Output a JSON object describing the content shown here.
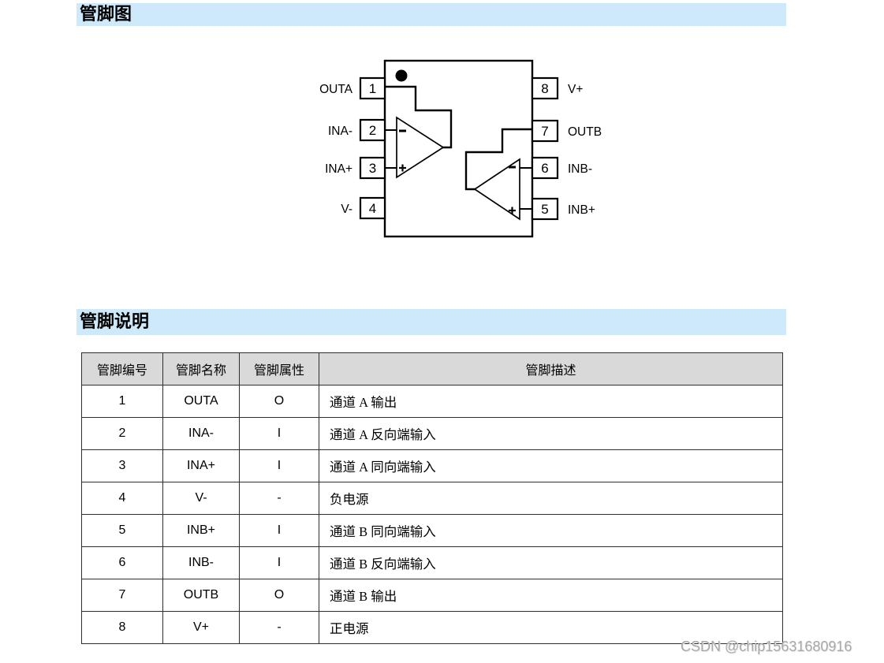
{
  "sections": {
    "pin_diagram_title": "管脚图",
    "pin_desc_title": "管脚说明"
  },
  "pin_diagram": {
    "left_pins": [
      {
        "number": "1",
        "label": "OUTA"
      },
      {
        "number": "2",
        "label": "INA-"
      },
      {
        "number": "3",
        "label": "INA+"
      },
      {
        "number": "4",
        "label": "V-"
      }
    ],
    "right_pins": [
      {
        "number": "8",
        "label": "V+"
      },
      {
        "number": "7",
        "label": "OUTB"
      },
      {
        "number": "6",
        "label": "INB-"
      },
      {
        "number": "5",
        "label": "INB+"
      }
    ]
  },
  "pin_table": {
    "headers": [
      "管脚编号",
      "管脚名称",
      "管脚属性",
      "管脚描述"
    ],
    "rows": [
      [
        "1",
        "OUTA",
        "O",
        "通道 A 输出"
      ],
      [
        "2",
        "INA-",
        "I",
        "通道 A 反向端输入"
      ],
      [
        "3",
        "INA+",
        "I",
        "通道 A 同向端输入"
      ],
      [
        "4",
        "V-",
        "-",
        "负电源"
      ],
      [
        "5",
        "INB+",
        "I",
        "通道 B 同向端输入"
      ],
      [
        "6",
        "INB-",
        "I",
        "通道 B 反向端输入"
      ],
      [
        "7",
        "OUTB",
        "O",
        "通道 B 输出"
      ],
      [
        "8",
        "V+",
        "-",
        "正电源"
      ]
    ]
  },
  "watermark": {
    "text": "CSDN @chip15631680916"
  },
  "colors": {
    "section_bar_bg": "#cde9fa",
    "table_header_bg": "#d9d9d9",
    "watermark_text": "#a8a8a8",
    "line_color": "#000000"
  }
}
